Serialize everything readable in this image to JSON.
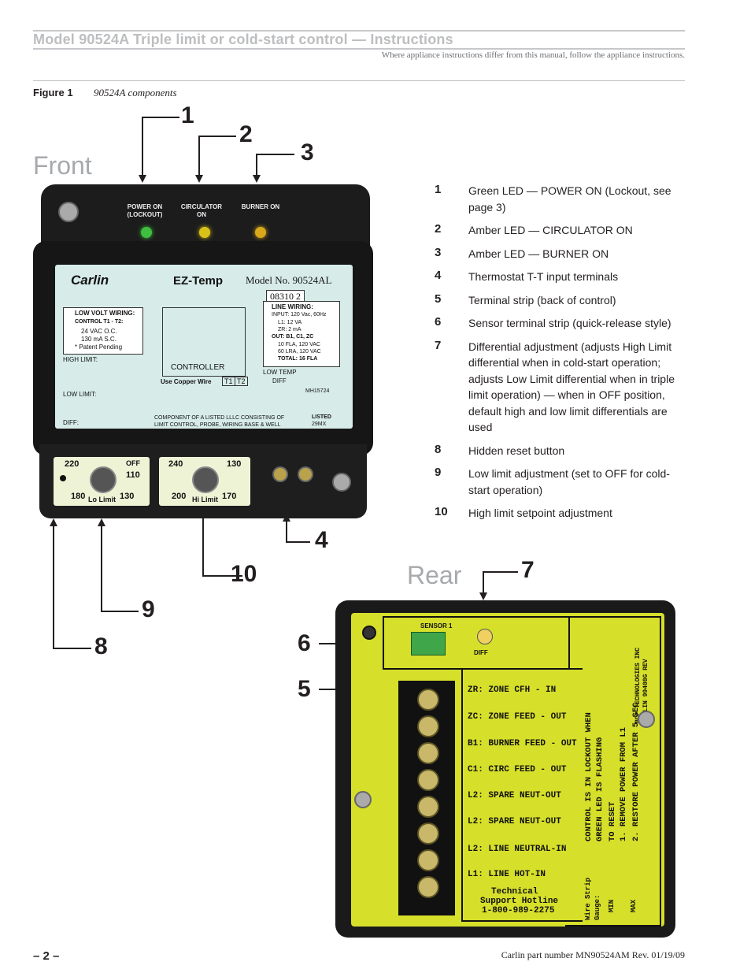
{
  "header": {
    "title": "Model 90524A Triple limit or cold-start control — Instructions",
    "subtitle": "Where appliance instructions differ from this manual, follow the appliance instructions."
  },
  "figure": {
    "label": "Figure 1",
    "caption": "90524A components"
  },
  "views": {
    "front": "Front",
    "rear": "Rear"
  },
  "callouts": [
    "1",
    "2",
    "3",
    "4",
    "5",
    "6",
    "7",
    "8",
    "9",
    "10"
  ],
  "legend": [
    {
      "num": "1",
      "text": "Green LED — POWER ON (Lockout, see page 3)"
    },
    {
      "num": "2",
      "text": "Amber LED — CIRCULATOR ON"
    },
    {
      "num": "3",
      "text": "Amber LED — BURNER ON"
    },
    {
      "num": "4",
      "text": "Thermostat T-T input terminals"
    },
    {
      "num": "5",
      "text": "Terminal strip (back of control)"
    },
    {
      "num": "6",
      "text": "Sensor terminal strip (quick-release style)"
    },
    {
      "num": "7",
      "text": "Differential adjustment (adjusts High Limit differential when in cold-start operation; adjusts Low Limit differential when in triple limit operation) — when in OFF position, default high and low limit differentials are used"
    },
    {
      "num": "8",
      "text": "Hidden reset button"
    },
    {
      "num": "9",
      "text": "Low limit adjustment (set to OFF for cold-start operation)"
    },
    {
      "num": "10",
      "text": "High limit setpoint adjustment"
    }
  ],
  "front_device": {
    "leds": [
      "POWER ON (LOCKOUT)",
      "CIRCULATOR ON",
      "BURNER ON"
    ],
    "brand": "Carlin",
    "product": "EZ-Temp",
    "model": "Model No. 90524AL",
    "serial": "08310   2",
    "low_volt_title": "LOW VOLT WIRING:",
    "low_volt_lines": [
      "CONTROL T1 - T2:",
      "24 VAC  O.C.",
      "130 mA  S.C.",
      "* Patent Pending"
    ],
    "line_title": "LINE WIRING:",
    "line_lines": [
      "INPUT: 120 Vac, 60Hz",
      "L1:  12 VA",
      "ZR:  2 mA",
      "OUT: B1, C1, ZC",
      "10 FLA, 120 VAC",
      "60 LRA, 120 VAC",
      "TOTAL: 16 FLA"
    ],
    "controller": "CONTROLLER",
    "copper": "Use Copper Wire",
    "t1": "T1",
    "t2": "T2",
    "high_limit": "HIGH LIMIT:",
    "low_limit": "LOW LIMIT:",
    "diff": "DIFF:",
    "low_temp": "LOW TEMP",
    "diff_short": "DIFF",
    "mh": "MH15724",
    "listed": "LISTED",
    "code": "29MX",
    "component": "COMPONENT OF A LISTED LLLC CONSISTING OF LIMIT CONTROL, PROBE, WIRING BASE & WELL",
    "lo_dial": {
      "tl": "220",
      "tr": "OFF",
      "r": "110",
      "bl": "180",
      "br": "130",
      "name": "Lo Limit"
    },
    "hi_dial": {
      "tl": "240",
      "tr": "130",
      "bl": "200",
      "br": "170",
      "name": "Hi Limit"
    }
  },
  "rear_device": {
    "sensor": "SENSOR 1",
    "diff": "DIFF",
    "terminals": [
      "ZR: ZONE CFH - IN",
      "ZC: ZONE FEED - OUT",
      "B1: BURNER FEED - OUT",
      "C1: CIRC FEED - OUT",
      "L2: SPARE NEUT-OUT",
      "L2: SPARE NEUT-OUT",
      "L2: LINE NEUTRAL-IN",
      "L1: LINE HOT-IN"
    ],
    "hotline": [
      "Technical",
      "Support Hotline",
      "1-800-989-2275"
    ],
    "reset_lines": [
      "CONTROL IS IN LOCKOUT WHEN",
      "GREEN LED IS FLASHING",
      "TO RESET",
      "1. REMOVE POWER FROM L1",
      "2. RESTORE POWER AFTER 5 SEC"
    ],
    "mfr_lines": [
      "BCP TECHNOLOGIES INC",
      "CARLIN 99408G REV"
    ],
    "wire_strip": "Wire Strip",
    "gauge": "Gauge:",
    "min": "MIN",
    "max": "MAX"
  },
  "footer": {
    "page": "– 2 –",
    "part": "Carlin part number MN90524AM Rev. 01/19/09"
  }
}
